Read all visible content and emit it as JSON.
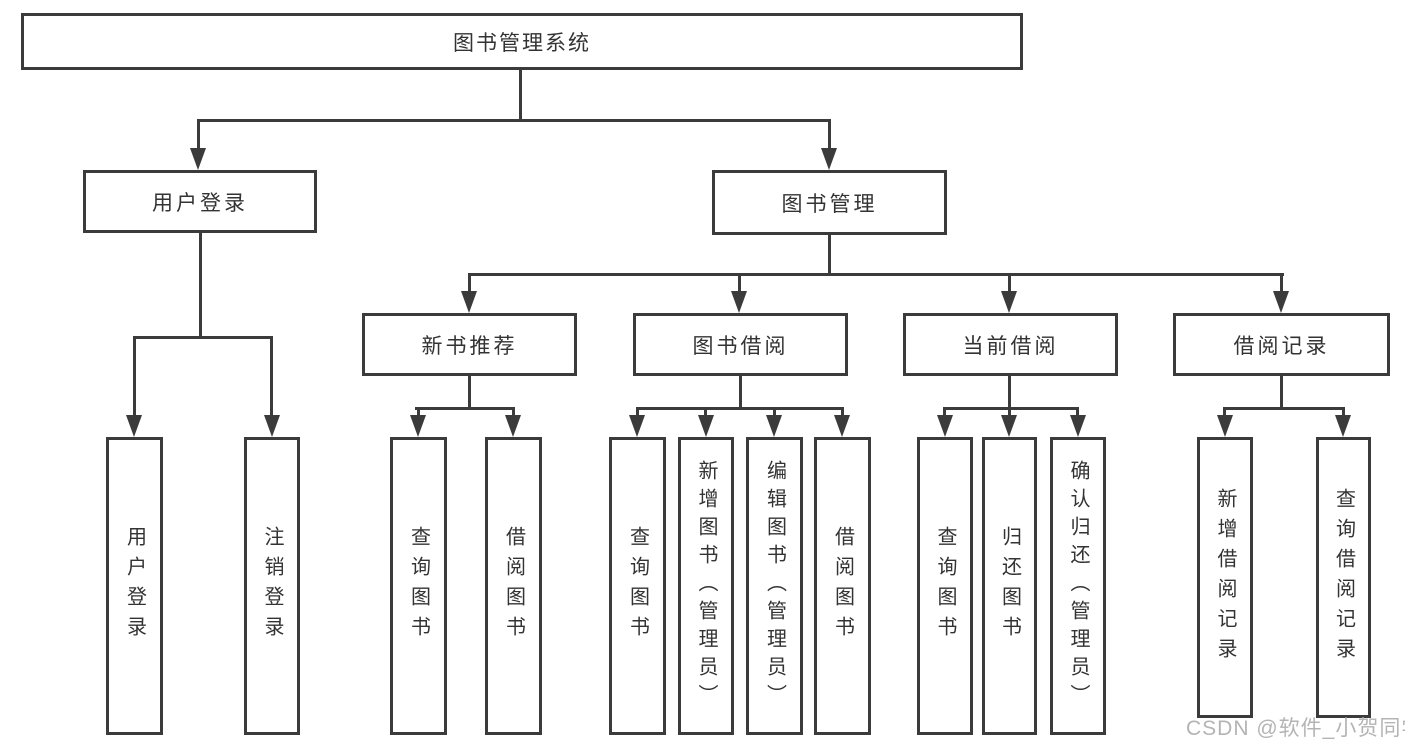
{
  "diagram": {
    "nodes": {
      "root": "图书管理系统",
      "user_login": "用户登录",
      "book_management": "图书管理",
      "new_book_recommend": "新书推荐",
      "book_borrowing": "图书借阅",
      "current_borrowing": "当前借阅",
      "borrowing_records": "借阅记录",
      "leaf_user_login": "用户登录",
      "leaf_logout": "注销登录",
      "leaf_query_books_recommend": "查询图书",
      "leaf_borrow_books_recommend": "借阅图书",
      "leaf_query_books_borrowing": "查询图书",
      "leaf_add_books_admin": "新增图书（管理员）",
      "leaf_edit_books_admin": "编辑图书（管理员）",
      "leaf_borrow_books_borrowing": "借阅图书",
      "leaf_query_books_current": "查询图书",
      "leaf_return_books": "归还图书",
      "leaf_confirm_return_admin": "确认归还（管理员）",
      "leaf_add_borrow_record": "新增借阅记录",
      "leaf_query_borrow_record": "查询借阅记录"
    }
  },
  "watermark": "CSDN @软件_小贺同学",
  "colors": {
    "line": "#3b3b3b",
    "text": "#333333",
    "watermark": "#b4b4b4",
    "background": "#ffffff"
  }
}
